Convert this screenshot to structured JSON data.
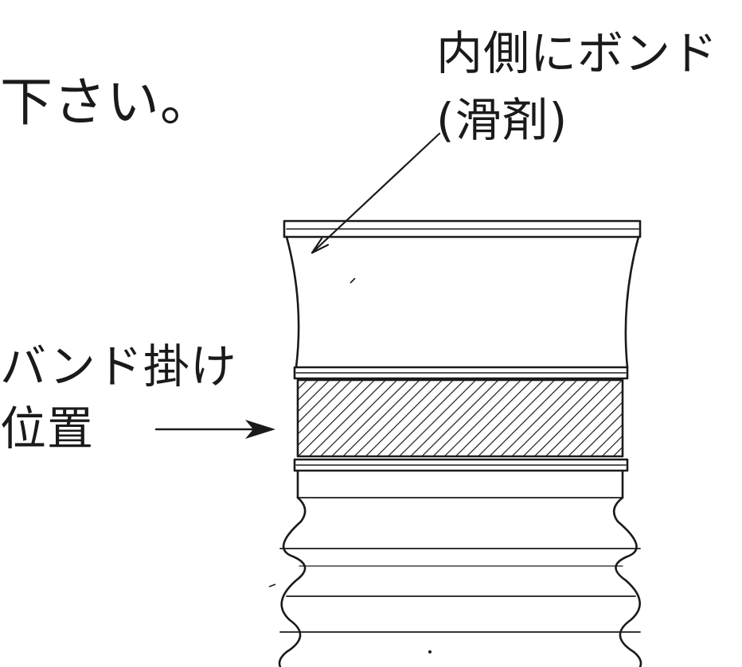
{
  "texts": {
    "heading_fragment": "下さい。",
    "bond_line1": "内側にボンド",
    "bond_line2": "(滑剤)",
    "band_line1": "バンド掛け",
    "band_line2": "位置"
  },
  "colors": {
    "ink": "#1a1a1a",
    "background": "#ffffff"
  }
}
